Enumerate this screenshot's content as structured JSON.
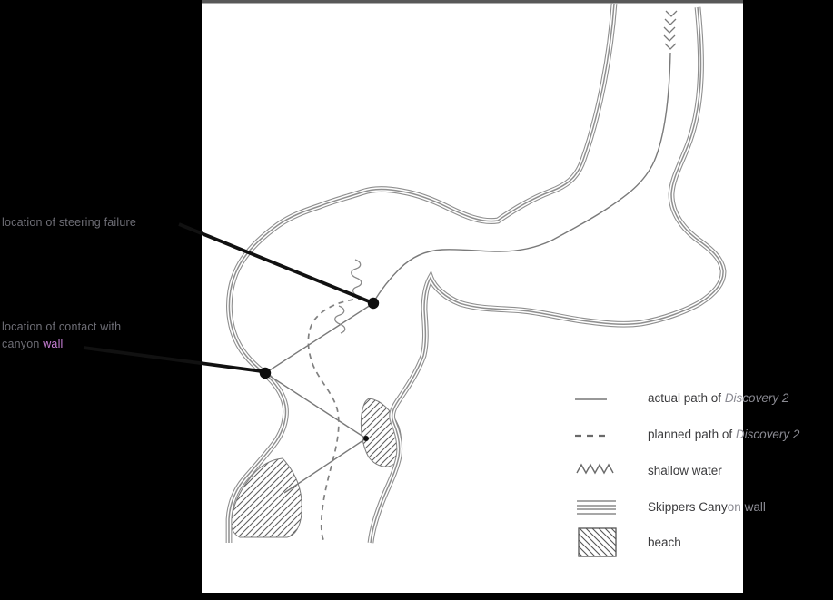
{
  "annotations": {
    "label1": "location of steering failure",
    "label2_line1": "location of contact with",
    "label2_line2_prefix": "canyon ",
    "label2_line2_highlight": "wall"
  },
  "legend": {
    "rows": [
      {
        "label": "actual path of ",
        "suffix": "Discovery 2"
      },
      {
        "label": "planned path of ",
        "suffix": "Discovery 2"
      },
      {
        "label": "shallow water",
        "suffix": ""
      },
      {
        "label": "Skippers Cany",
        "suffix": "on wall"
      },
      {
        "label": "beach",
        "suffix": ""
      }
    ]
  },
  "colors": {
    "page_background": "#000000",
    "map_background": "#ffffff",
    "wall_line": "#8f8f8f",
    "path_line": "#7a7a7a",
    "annotation_ink": "#111111",
    "legend_text": "#3b3b3d",
    "overflow_text": "#8b8b93",
    "label_text": "#6e6e76",
    "highlight_text": "#c77fd4"
  }
}
